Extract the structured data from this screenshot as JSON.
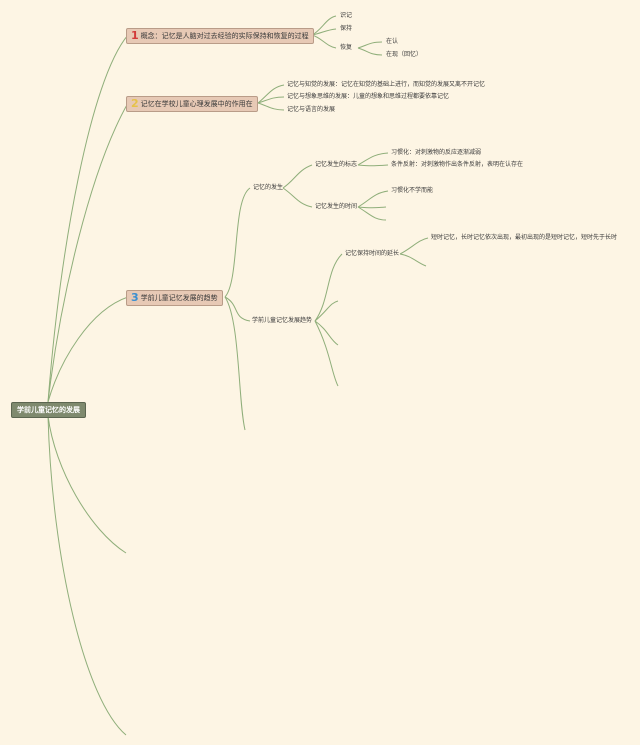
{
  "root": {
    "label": "学前儿童记忆的发展"
  },
  "branches": [
    {
      "badge": "1",
      "label": "概念：记忆是人脑对过去经验的实际保持和恢复的过程",
      "children": [
        "识记",
        "保持",
        "恢复"
      ],
      "recovery_children": [
        "在认",
        "在现（回忆）"
      ]
    },
    {
      "badge": "2",
      "label": "记忆在学校儿童心理发展中的作用在",
      "children": [
        "记忆与知觉的发展：记忆在知觉的基础上进行，而知觉的发展又离不开记忆",
        "记忆与想象思维的发展：儿童的想象和思维过程都要依靠记忆",
        "记忆与语言的发展"
      ]
    },
    {
      "badge": "3",
      "label": "学前儿童记忆发展的趋势",
      "occurrence": {
        "label": "记忆的发生",
        "sign": {
          "label": "记忆发生的标志",
          "items": [
            "习惯化：对刺激物的反应逐渐减弱",
            "条件反射：对刺激物作出条件反射，表明在认存在"
          ]
        },
        "time": {
          "label": "记忆发生的时间",
          "items": [
            "习惯化不学而能"
          ]
        }
      },
      "trend": {
        "label": "学前儿童记忆发展趋势",
        "duration": {
          "label": "记忆保持时间的延长",
          "items": [
            "短时记忆，长时记忆依次出现，最初出现的是短时记忆，短时先于长时"
          ]
        }
      }
    }
  ]
}
